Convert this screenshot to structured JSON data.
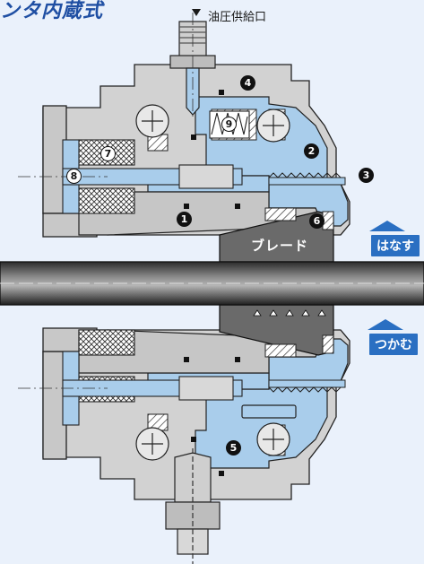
{
  "title": "ンタ内蔵式",
  "oil_inlet_label": "油圧供給口",
  "blade_label": "ブレード",
  "tags": {
    "release": "はなす",
    "grip": "つかむ"
  },
  "part_numbers": [
    "1",
    "2",
    "3",
    "4",
    "5",
    "6",
    "7",
    "8",
    "9"
  ],
  "colors": {
    "background": "#eaf1fb",
    "body_gray": "#d2d2d2",
    "oil_blue": "#a9cdeb",
    "blade_gray": "#6a6a6a",
    "tag_blue": "#2a6fc2",
    "title_blue": "#1f4fa3"
  }
}
